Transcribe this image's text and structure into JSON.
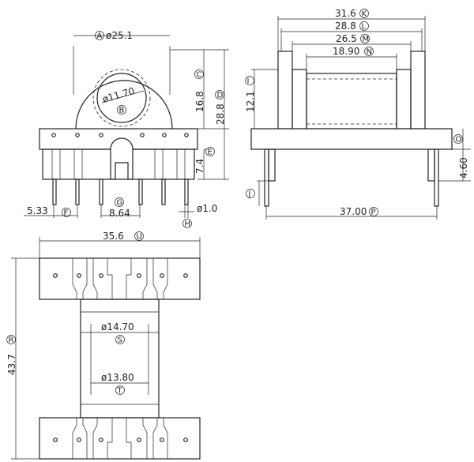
{
  "top_left_view": {
    "dims": {
      "A": {
        "value": "ø25.1",
        "letter": "A"
      },
      "B": {
        "value": "ø11.70",
        "letter": "B"
      },
      "C": {
        "value": "16.8",
        "letter": "C"
      },
      "D": {
        "value": "28.8",
        "letter": "D"
      },
      "E": {
        "value": "7.4",
        "letter": "E"
      },
      "F": {
        "value": "5.33",
        "letter": "F"
      },
      "G": {
        "value": "8.64",
        "letter": "G"
      },
      "H": {
        "value": "ø1.0",
        "letter": "H"
      }
    }
  },
  "top_right_view": {
    "dims": {
      "K": {
        "value": "31.6",
        "letter": "K"
      },
      "L": {
        "value": "28.8",
        "letter": "L"
      },
      "M": {
        "value": "26.5",
        "letter": "M"
      },
      "N": {
        "value": "18.90",
        "letter": "N"
      },
      "I": {
        "value": "12.1",
        "letter": "I"
      },
      "O": {
        "value": "",
        "letter": "O"
      },
      "J": {
        "value": "",
        "letter": "J"
      },
      "Q": {
        "value": "4.60",
        "letter": ""
      },
      "P": {
        "value": "37.00",
        "letter": "P"
      }
    }
  },
  "bottom_view": {
    "dims": {
      "U": {
        "value": "35.6",
        "letter": "U"
      },
      "R": {
        "value": "43.7",
        "letter": "R"
      },
      "S": {
        "value": "ø14.70",
        "letter": "S"
      },
      "T": {
        "value": "ø13.80",
        "letter": "T"
      }
    }
  }
}
